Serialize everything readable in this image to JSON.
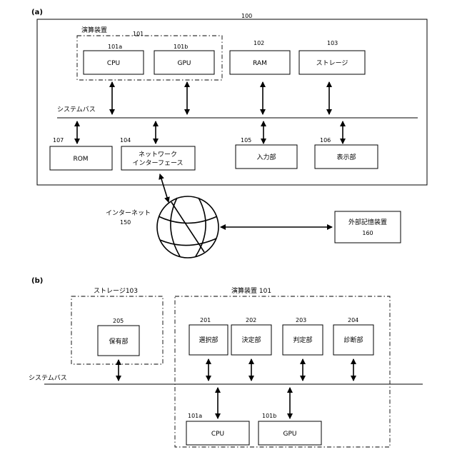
{
  "panel_a": {
    "label": "(a)",
    "device_num": "100",
    "processing_unit": {
      "title": "演算装置",
      "num": "101"
    },
    "cpu": {
      "label": "CPU",
      "num": "101a"
    },
    "gpu": {
      "label": "GPU",
      "num": "101b"
    },
    "ram": {
      "label": "RAM",
      "num": "102"
    },
    "storage": {
      "label": "ストレージ",
      "num": "103"
    },
    "system_bus": "システムバス",
    "rom": {
      "label": "ROM",
      "num": "107"
    },
    "network_interface": {
      "label_line1": "ネットワーク",
      "label_line2": "インターフェース",
      "num": "104"
    },
    "input_unit": {
      "label": "入力部",
      "num": "105"
    },
    "display_unit": {
      "label": "表示部",
      "num": "106"
    },
    "internet": {
      "label": "インターネット",
      "num": "150"
    },
    "external_storage": {
      "label": "外部記憶装置",
      "num": "160"
    }
  },
  "panel_b": {
    "label": "(b)",
    "storage": {
      "title": "ストレージ103"
    },
    "holding_unit": {
      "label": "保有部",
      "num": "205"
    },
    "processing_unit": {
      "title": "演算装置 101"
    },
    "selection_unit": {
      "label": "選択部",
      "num": "201"
    },
    "decision_unit": {
      "label": "決定部",
      "num": "202"
    },
    "judgment_unit": {
      "label": "判定部",
      "num": "203"
    },
    "diagnosis_unit": {
      "label": "診断部",
      "num": "204"
    },
    "system_bus": "システムバス",
    "cpu": {
      "label": "CPU",
      "num": "101a"
    },
    "gpu": {
      "label": "GPU",
      "num": "101b"
    }
  }
}
